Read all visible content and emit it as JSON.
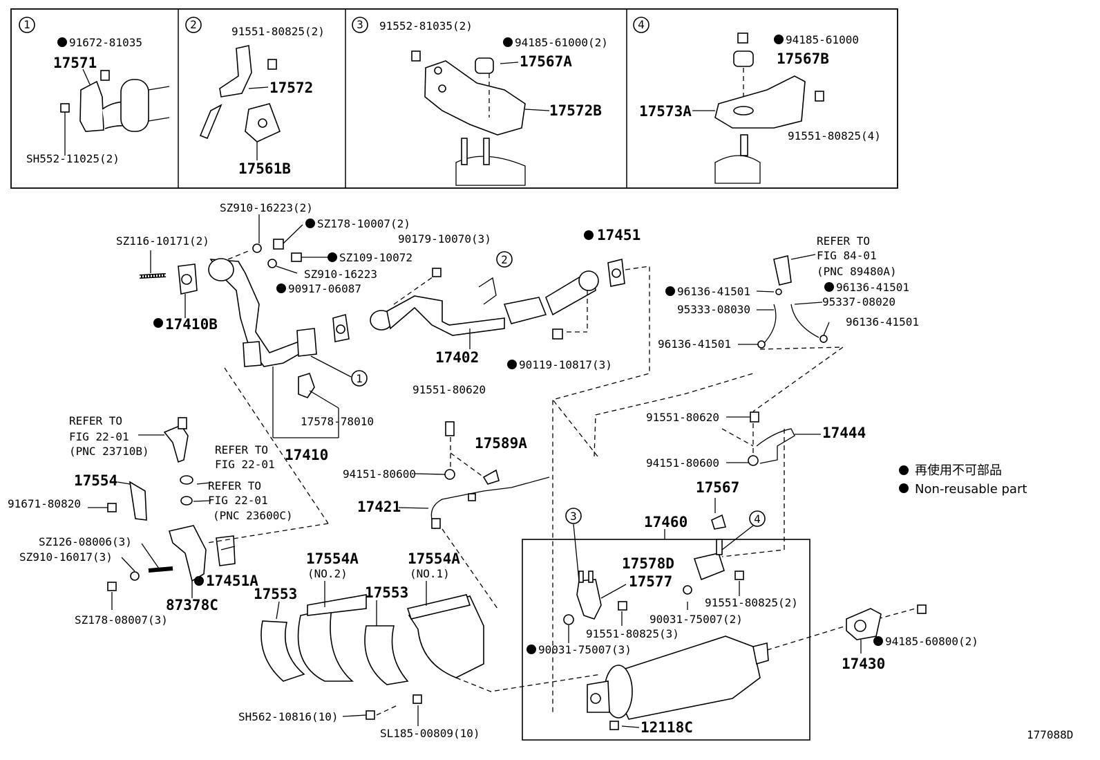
{
  "insets": [
    {
      "num": "1",
      "labels": {
        "a": "91672-81035",
        "b": "17571",
        "c": "SH552-11025(2)"
      }
    },
    {
      "num": "2",
      "labels": {
        "a": "91551-80825(2)",
        "b": "17572",
        "c": "17561B"
      }
    },
    {
      "num": "3",
      "labels": {
        "a": "91552-81035(2)",
        "b": "94185-61000(2)",
        "c": "17567A",
        "d": "17572B"
      }
    },
    {
      "num": "4",
      "labels": {
        "a": "94185-61000",
        "b": "17567B",
        "c": "17573A",
        "d": "91551-80825(4)"
      }
    }
  ],
  "labels": {
    "sz910_16223_2": "SZ910-16223(2)",
    "sz178_10007_2": "SZ178-10007(2)",
    "sz116_10171_2": "SZ116-10171(2)",
    "sz109_10072": "SZ109-10072",
    "sz910_16223": "SZ910-16223",
    "p90917_06087": "90917-06087",
    "p17410b": "17410B",
    "p90179_10070_3": "90179-10070(3)",
    "p17451": "17451",
    "p17402": "17402",
    "p90119_10817_3": "90119-10817(3)",
    "p17578_78010": "17578-78010",
    "p17410": "17410",
    "refer_to_1": "REFER TO",
    "fig_84_01": "FIG 84-01",
    "pnc_89480a": "(PNC 89480A)",
    "p96136_41501_a": "96136-41501",
    "p96136_41501_b": "96136-41501",
    "p95333_08030": "95333-08030",
    "p95337_08020": "95337-08020",
    "p96136_41501_c": "96136-41501",
    "p96136_41501_d": "96136-41501",
    "refer_to_2": "REFER TO",
    "fig_22_01_a": "FIG 22-01",
    "pnc_23710b": "(PNC 23710B)",
    "refer_to_3": "REFER TO",
    "fig_22_01_b": "FIG 22-01",
    "refer_to_4": "REFER TO",
    "fig_22_01_c": "FIG 22-01",
    "pnc_23600c": "(PNC 23600C)",
    "p17554": "17554",
    "p91671_80820": "91671-80820",
    "sz126_08006_3": "SZ126-08006(3)",
    "sz910_16017_3": "SZ910-16017(3)",
    "sz178_08007_3": "SZ178-08007(3)",
    "p17451a": "17451A",
    "p87378c": "87378C",
    "p91551_80620_a": "91551-80620",
    "p17589a": "17589A",
    "p94151_80600_a": "94151-80600",
    "p17421": "17421",
    "p91551_80620_b": "91551-80620",
    "p17444": "17444",
    "p94151_80600_b": "94151-80600",
    "p17567": "17567",
    "p17460": "17460",
    "p17578d": "17578D",
    "p17577": "17577",
    "p91551_80825_2": "91551-80825(2)",
    "p90031_75007_2": "90031-75007(2)",
    "p91551_80825_3": "91551-80825(3)",
    "p90031_75007_3": "90031-75007(3)",
    "p94185_60800_2": "94185-60800(2)",
    "p17430": "17430",
    "p12118c": "12118C",
    "p17553_a": "17553",
    "p17554a_a": "17554A",
    "no2": "(NO.2)",
    "p17553_b": "17553",
    "p17554a_b": "17554A",
    "no1": "(NO.1)",
    "sh562_10816_10": "SH562-10816(10)",
    "sl185_00809_10": "SL185-00809(10)"
  },
  "callouts": {
    "c1": "1",
    "c2": "2",
    "c3": "3",
    "c4": "4"
  },
  "legend": {
    "japanese": "再使用不可部品",
    "english": "Non-reusable part"
  },
  "figure_id": "177088D"
}
